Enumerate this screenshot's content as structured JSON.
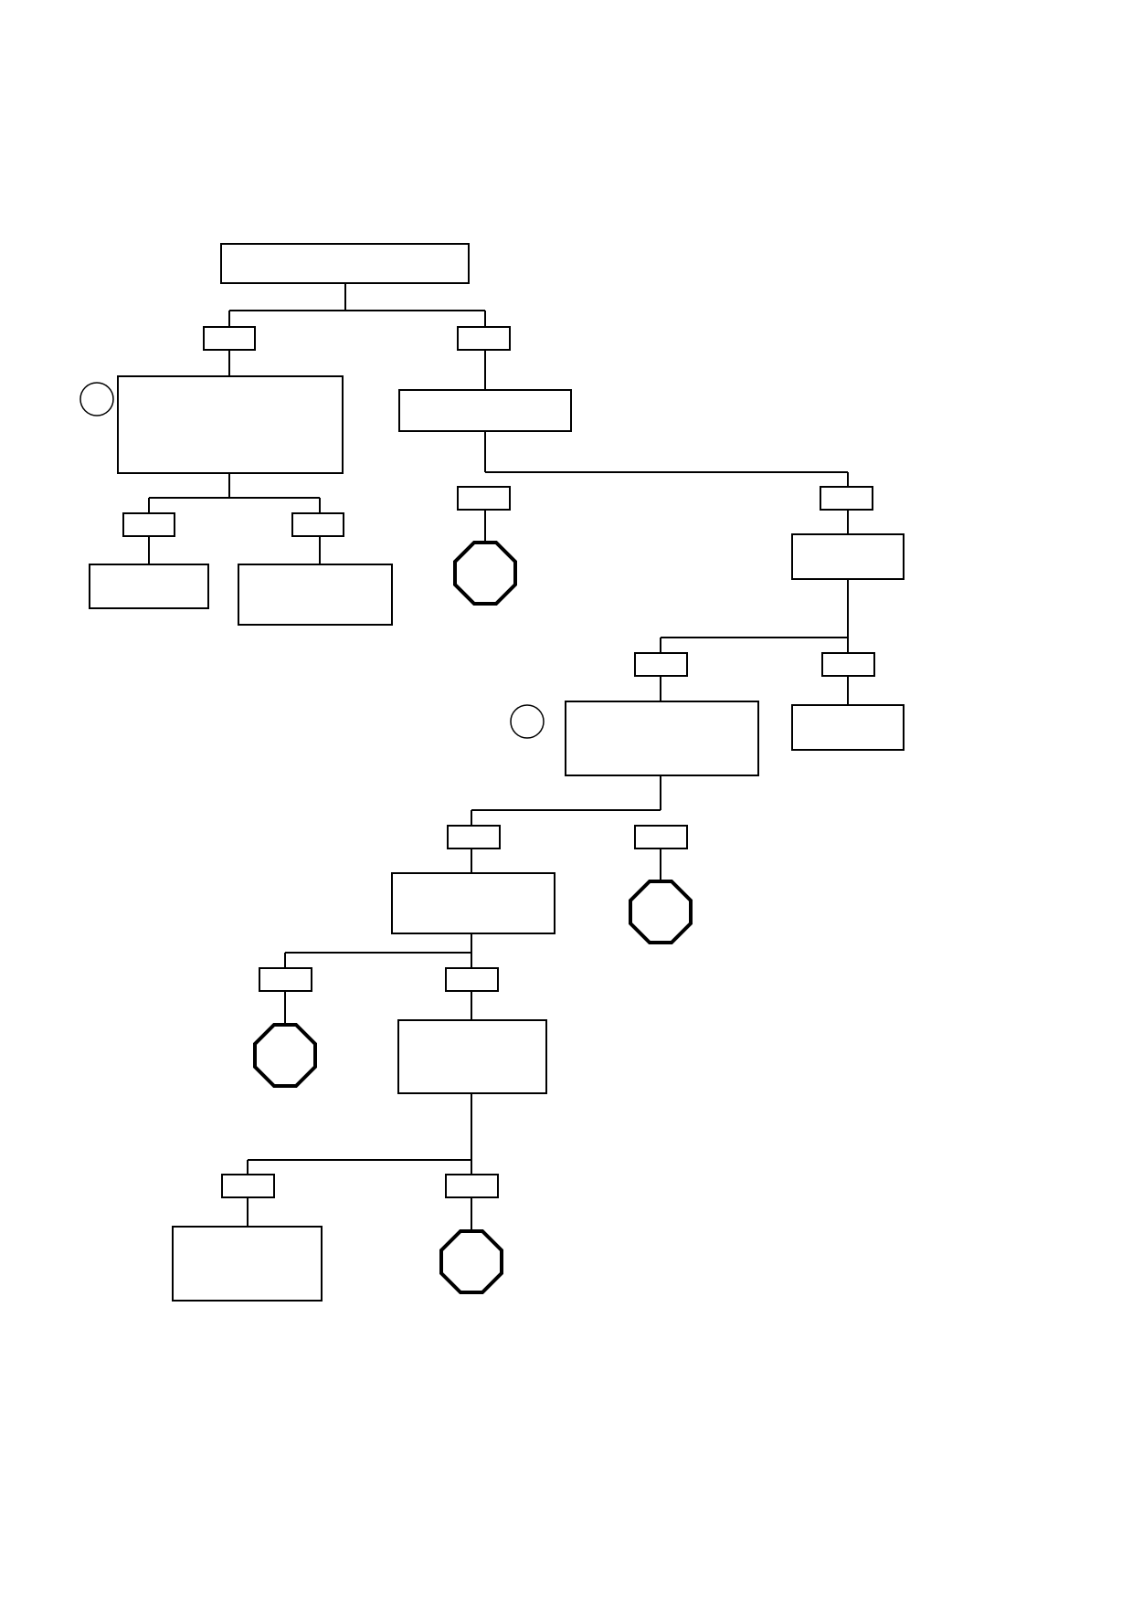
{
  "diagram": {
    "type": "decision-tree",
    "nodes": [
      {
        "id": "root",
        "text": ""
      },
      {
        "id": "n-left",
        "text": ""
      },
      {
        "id": "n-left-left",
        "text": ""
      },
      {
        "id": "n-left-right",
        "text": ""
      },
      {
        "id": "n-right",
        "text": ""
      },
      {
        "id": "t1",
        "text": ""
      },
      {
        "id": "n-rr",
        "text": ""
      },
      {
        "id": "n-rrl",
        "text": ""
      },
      {
        "id": "n-rrr",
        "text": ""
      },
      {
        "id": "n-rrll",
        "text": ""
      },
      {
        "id": "t2",
        "text": ""
      },
      {
        "id": "t3",
        "text": ""
      },
      {
        "id": "n-rrllr",
        "text": ""
      },
      {
        "id": "n-bottom-left",
        "text": ""
      },
      {
        "id": "t4",
        "text": ""
      }
    ],
    "edges": [
      {
        "from": "root",
        "to": "n-left",
        "label": ""
      },
      {
        "from": "root",
        "to": "n-right",
        "label": ""
      },
      {
        "from": "n-left",
        "to": "n-left-left",
        "label": ""
      },
      {
        "from": "n-left",
        "to": "n-left-right",
        "label": ""
      },
      {
        "from": "n-right",
        "to": "t1",
        "label": ""
      },
      {
        "from": "n-right",
        "to": "n-rr",
        "label": ""
      },
      {
        "from": "n-rr",
        "to": "n-rrl",
        "label": ""
      },
      {
        "from": "n-rr",
        "to": "n-rrr",
        "label": ""
      },
      {
        "from": "n-rrl",
        "to": "n-rrll",
        "label": ""
      },
      {
        "from": "n-rrl",
        "to": "t2",
        "label": ""
      },
      {
        "from": "n-rrll",
        "to": "t3",
        "label": ""
      },
      {
        "from": "n-rrll",
        "to": "n-rrllr",
        "label": ""
      },
      {
        "from": "n-rrllr",
        "to": "n-bottom-left",
        "label": ""
      },
      {
        "from": "n-rrllr",
        "to": "t4",
        "label": ""
      }
    ],
    "markers": [
      {
        "id": "m1",
        "attached_to": "n-left"
      },
      {
        "id": "m2",
        "attached_to": "n-rrl"
      }
    ]
  }
}
